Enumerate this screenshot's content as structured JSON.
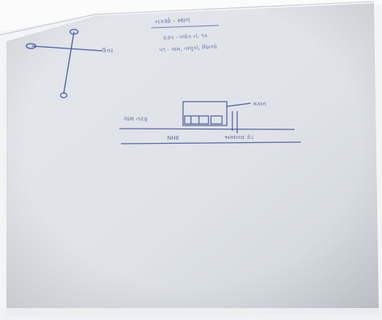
{
  "photo": {
    "subject": "photographed sheet of paper with a hand-drawn blue-ink location sketch",
    "ink_color": "#2c3d93",
    "paper_color": "#e6e8ec",
    "background_color": "#f4f5f7"
  },
  "sketch": {
    "compass_label": "ઉત્તર",
    "header_lines": [
      "નકશો - સ્થળ",
      "૨૩૫ - બ્લોક નં. ૧૫",
      "૫૧ - ગામ, તાલુકો, જિલ્લો"
    ],
    "left_label": "ગામ તરફ",
    "right_label": "મકાન",
    "road_label": "NH8",
    "road_right_label": "અમદાવાદ રોડ"
  }
}
